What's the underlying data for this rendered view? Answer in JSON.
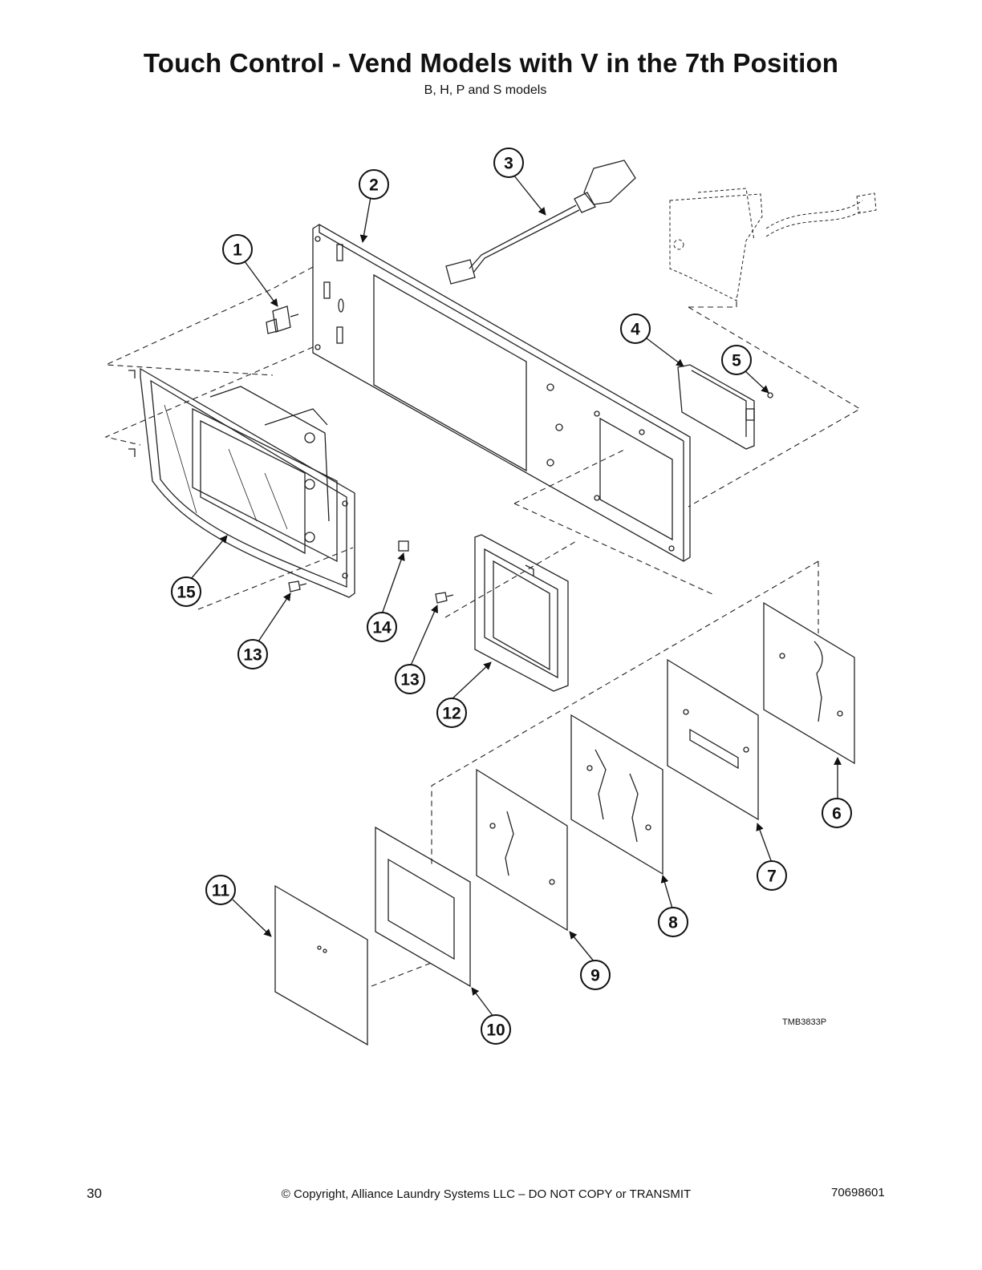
{
  "header": {
    "title": "Touch Control - Vend Models with V in the 7th Position",
    "subtitle": "B, H, P and S models"
  },
  "diagram": {
    "callouts": [
      "1",
      "2",
      "3",
      "4",
      "5",
      "6",
      "7",
      "8",
      "9",
      "10",
      "11",
      "12",
      "13",
      "13",
      "14",
      "15"
    ],
    "figure_code": "TMB3833P"
  },
  "footer": {
    "page_number": "30",
    "copyright": "© Copyright, Alliance Laundry Systems LLC – DO NOT COPY or TRANSMIT",
    "document_number": "70698601"
  }
}
